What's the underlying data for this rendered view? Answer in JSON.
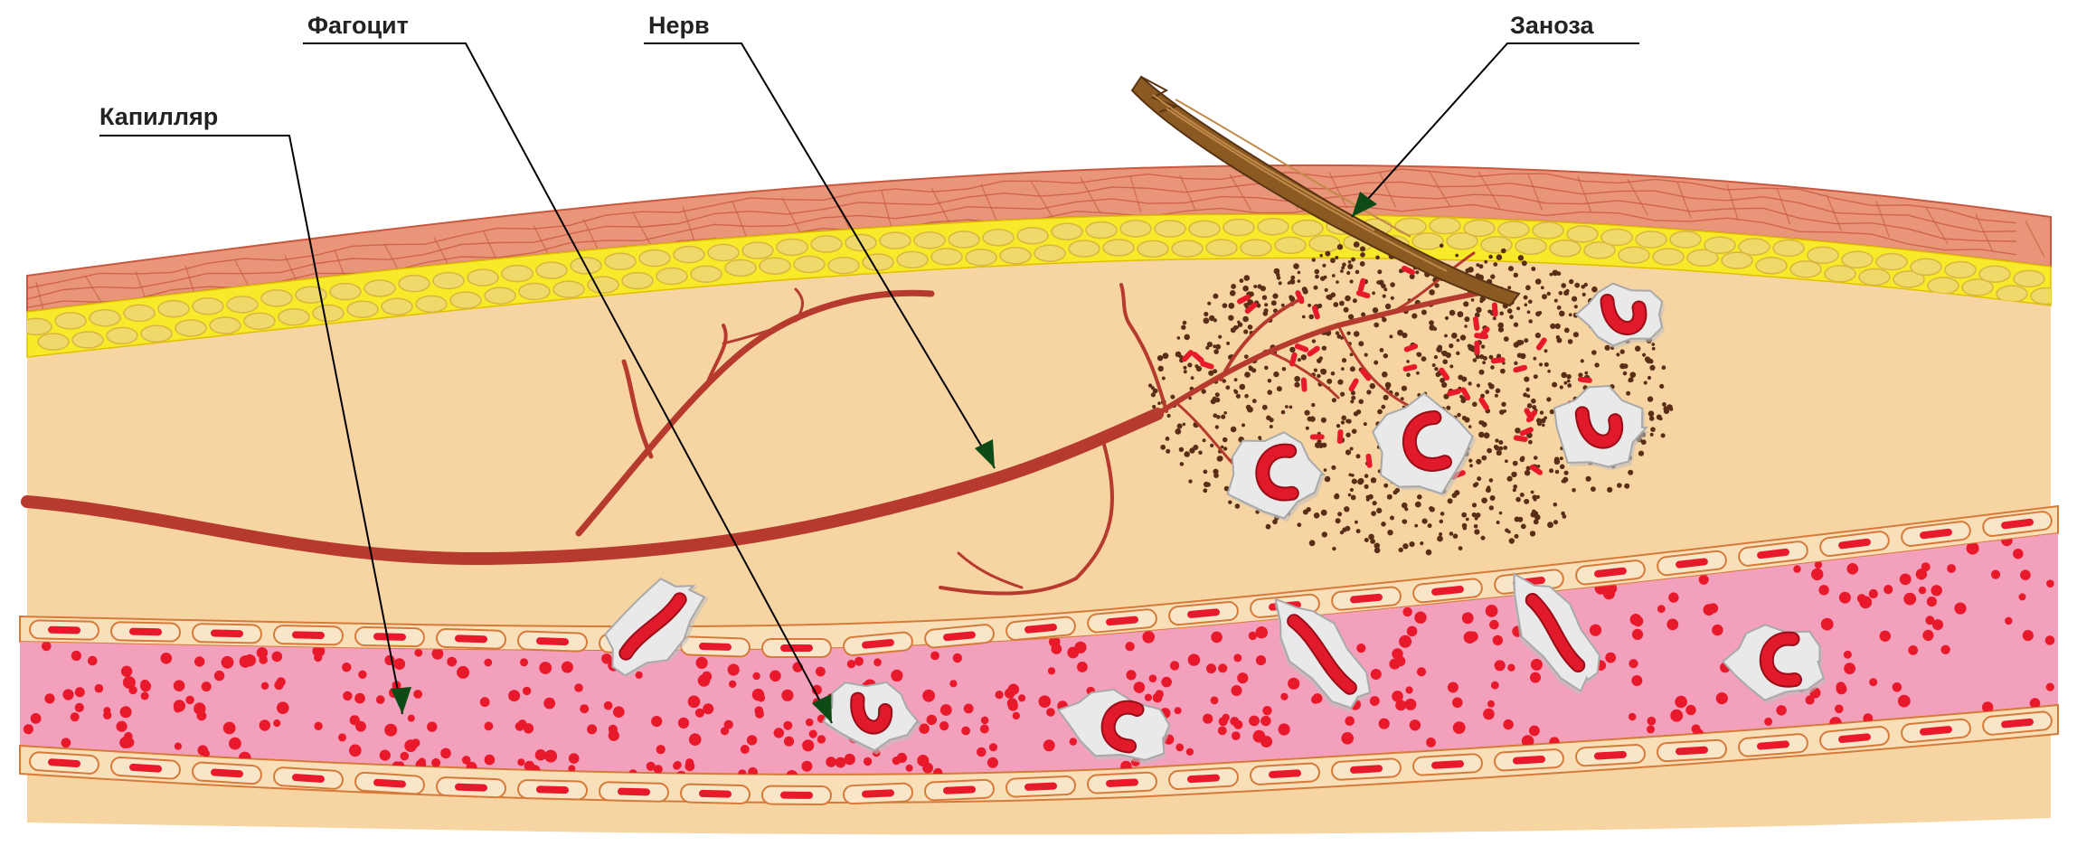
{
  "labels": {
    "capillary": "Капилляр",
    "phagocyte": "Фагоцит",
    "nerve": "Нерв",
    "splinter": "Заноза"
  },
  "colors": {
    "epidermis": "#e9957a",
    "epidermis_lines": "#c8583f",
    "fat_layer": "#f6ea2a",
    "fat_cells": "#efd96a",
    "dermis": "#f7d5a2",
    "nerve": "#b63a2d",
    "vessel_wall": "#f8dfb8",
    "vessel_lumen": "#f3a0bd",
    "blood_cells": "#e8192b",
    "phagocyte_body": "#e9e9e9",
    "phagocyte_nucleus": "#e0192b",
    "bacteria_dots": "#5a2e16",
    "splinter": "#8a5a22",
    "leader_lines": "#000000",
    "leader_arrows": "#0d4a16"
  }
}
